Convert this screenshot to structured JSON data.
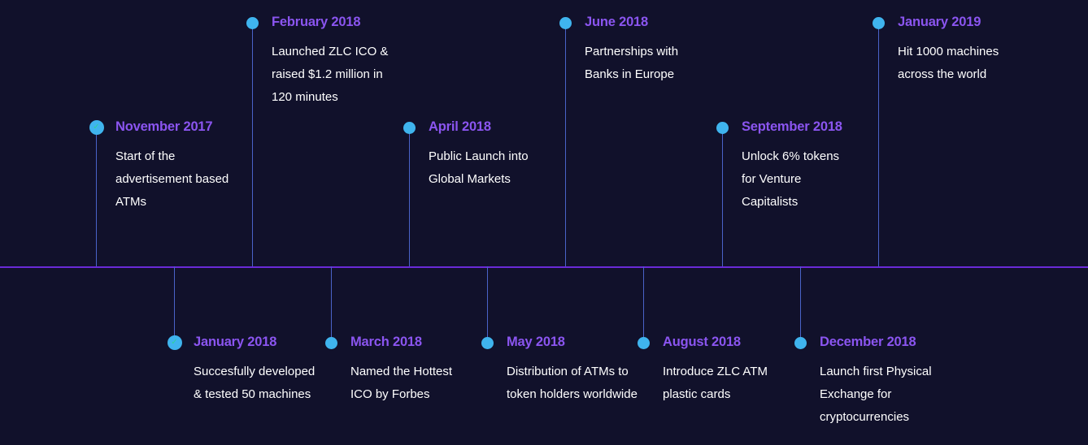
{
  "events": [
    {
      "date": "November 2017",
      "text": "Start of the advertisement based ATMs",
      "completed": true
    },
    {
      "date": "January 2018",
      "text": "Succesfully developed & tested 50 machines",
      "completed": true
    },
    {
      "date": "February 2018",
      "text": "Launched ZLC ICO & raised $1.2 million in 120 minutes",
      "completed": false
    },
    {
      "date": "March 2018",
      "text": "Named the Hottest ICO by Forbes",
      "completed": false
    },
    {
      "date": "April 2018",
      "text": "Public Launch into Global Markets",
      "completed": false
    },
    {
      "date": "May 2018",
      "text": "Distribution of ATMs to token holders worldwide",
      "completed": false
    },
    {
      "date": "June 2018",
      "text": "Partnerships with Banks in Europe",
      "completed": false
    },
    {
      "date": "August 2018",
      "text": "Introduce ZLC ATM plastic cards",
      "completed": false
    },
    {
      "date": "September 2018",
      "text": "Unlock 6% tokens for Venture Capitalists",
      "completed": false
    },
    {
      "date": "December 2018",
      "text": "Launch first Physical Exchange for cryptocurrencies",
      "completed": false
    },
    {
      "date": "January 2019",
      "text": "Hit 1000 machines across the world",
      "completed": false
    }
  ],
  "colors": {
    "background": "#11112b",
    "axis": "#6a2ad8",
    "date": "#8b55f0",
    "dot": "#3fb4ee",
    "check": "#2fd19a",
    "text": "#ffffff"
  }
}
